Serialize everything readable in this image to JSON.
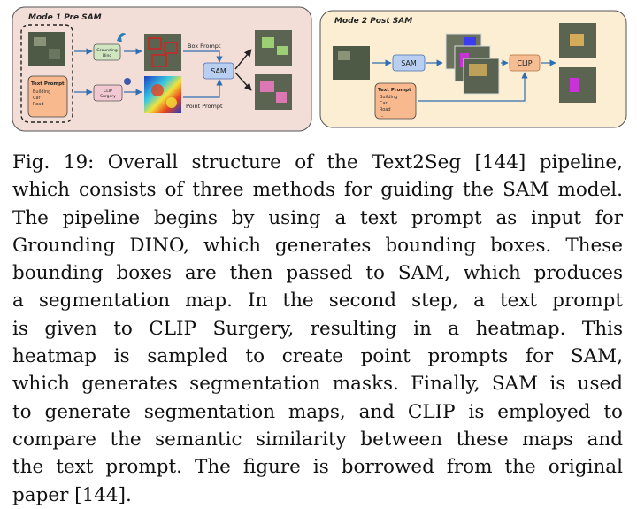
{
  "figure": {
    "mode1": {
      "title": "Mode 1 Pre SAM",
      "text_prompt_title": "Text Prompt",
      "text_prompt_items": [
        "Building",
        "Car",
        "Road",
        "..."
      ],
      "grounding_dino_label": [
        "Grounding",
        "Dino"
      ],
      "clip_surgery_label": [
        "CLIP",
        "Surgery"
      ],
      "box_prompt_label": "Box Prompt",
      "point_prompt_label": "Point Prompt",
      "sam_label": "SAM"
    },
    "mode2": {
      "title": "Mode 2 Post SAM",
      "sam_label": "SAM",
      "clip_label": "CLIP",
      "text_prompt_title": "Text Prompt",
      "text_prompt_items": [
        "Building",
        "Car",
        "Road",
        "..."
      ]
    },
    "colors": {
      "mode1_bg": "#f3ddd7",
      "mode2_bg": "#fbeed2",
      "text_prompt_box": "#f8b98f",
      "module_green": "#cfe6c1",
      "module_pink": "#f2c9d2",
      "sam_blue": "#b9cff2",
      "clip_orange": "#f6bd93",
      "arrow": "#2f6fb1"
    }
  },
  "caption": {
    "lines": [
      "Fig. 19: Overall structure of the Text2Seg [144] pipeline,",
      "which consists of three methods for guiding the SAM model.",
      "The pipeline begins by using a text prompt as input for",
      "Grounding DINO, which generates bounding boxes. These",
      "bounding boxes are then passed to SAM, which produces",
      "a segmentation map. In the second step, a text prompt",
      "is given to CLIP Surgery, resulting in a heatmap. This",
      "heatmap is sampled to create point prompts for SAM,",
      "which generates segmentation masks. Finally, SAM is used",
      "to generate segmentation maps, and CLIP is employed to",
      "compare the semantic similarity between these maps and",
      "the text prompt. The figure is borrowed from the original",
      "paper [144]."
    ]
  }
}
